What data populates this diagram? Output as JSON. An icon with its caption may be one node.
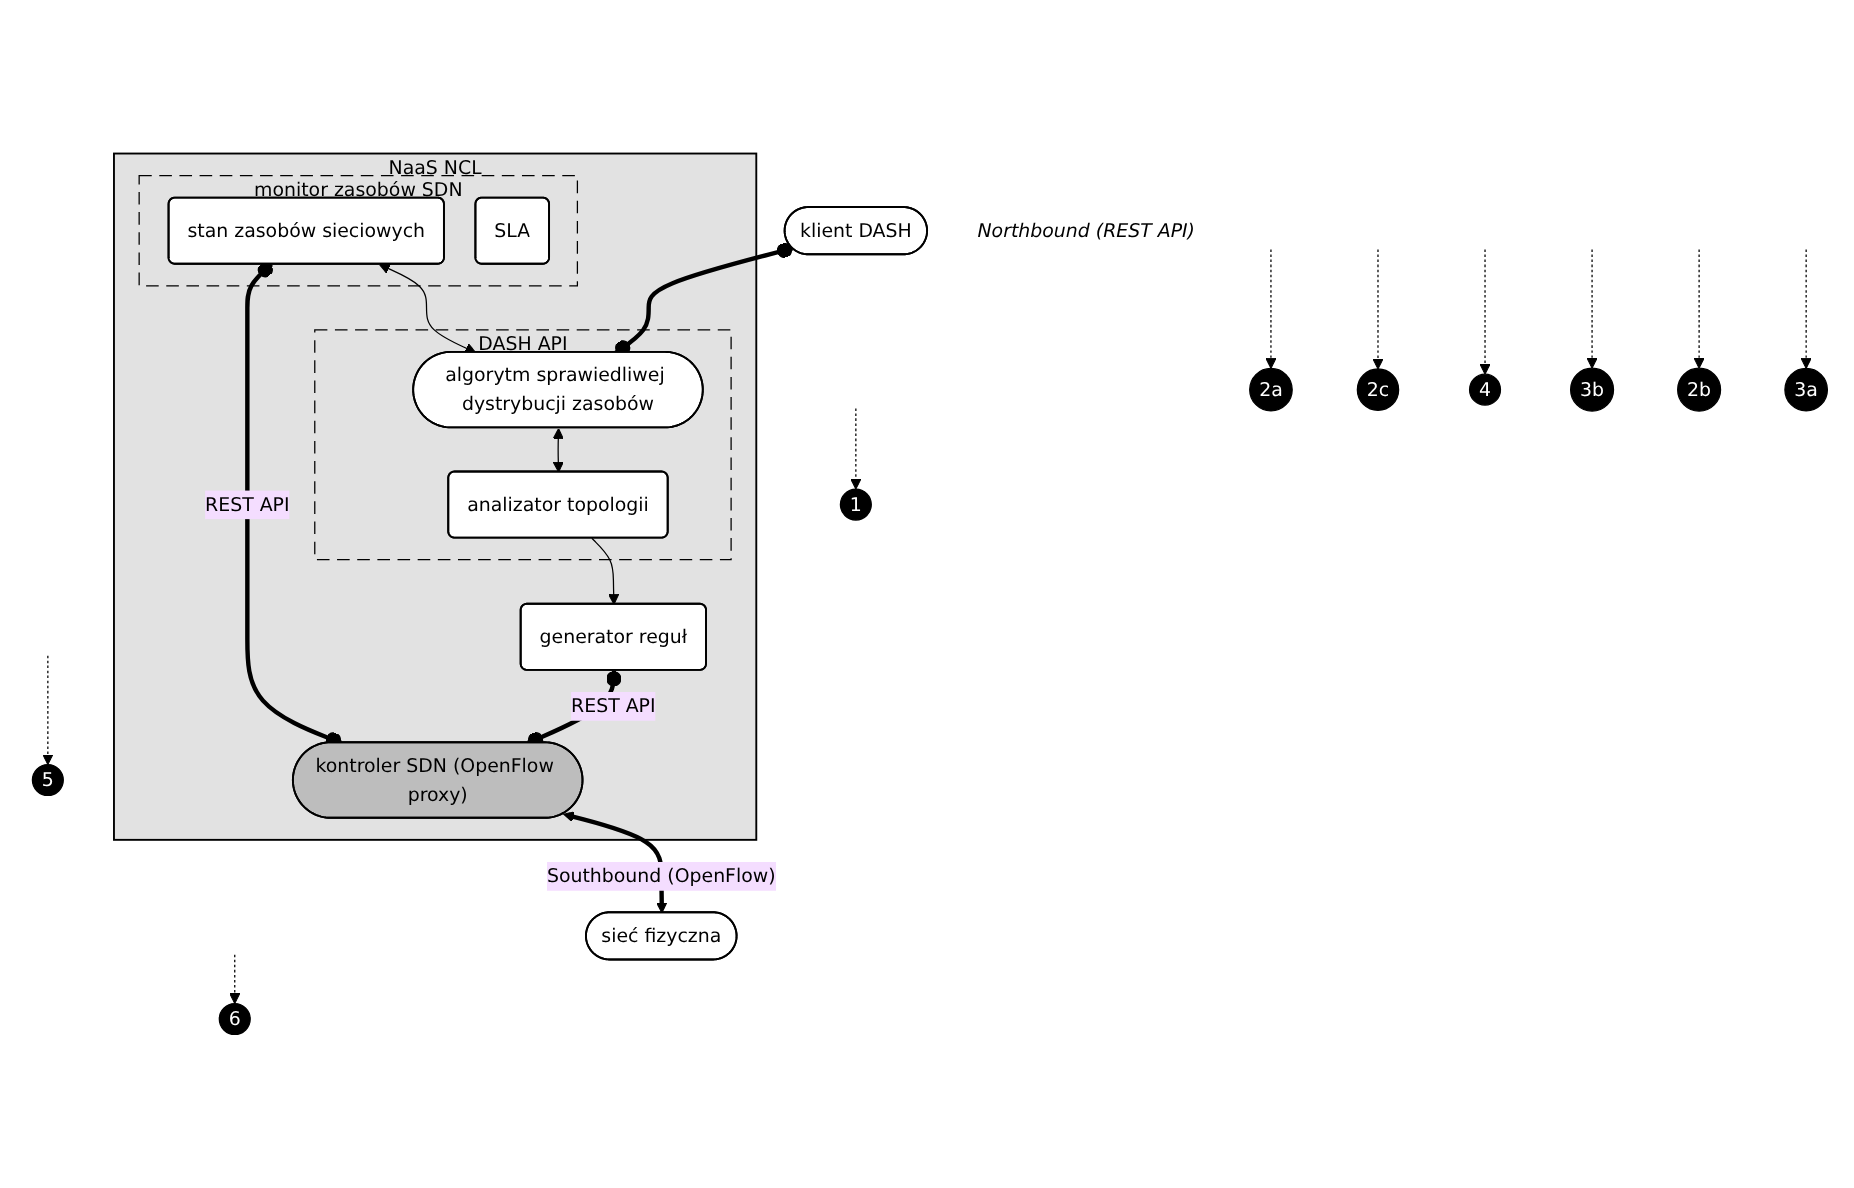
{
  "diagram": {
    "nodes": [
      {
        "text": [
          "klient DASH"
        ],
        "beside": [
          "Northbound (REST API)"
        ]
      },
      {
        "text": [
          "NaaS NCL"
        ]
      },
      {
        "text": [
          "monitor zasobów SDN"
        ],
        "in": 1
      },
      {
        "text": [
          "stan zasobów sieciowych"
        ],
        "in": 2
      },
      {
        "text": [
          "SLA"
        ],
        "in": 2
      },
      {
        "text": [
          "DASH API"
        ],
        "in": 1
      },
      {
        "text": [
          "algorytm sprawiedliwej dystrybucji zasobów"
        ],
        "in": 5
      },
      {
        "text": [
          "analizator topologii"
        ],
        "in": 5
      },
      {
        "text": [
          "generator reguł"
        ],
        "in": 1
      },
      {
        "text": [
          "kontroler SDN (OpenFlow proxy)"
        ],
        "in": 1
      },
      {
        "text": [
          "sieć fizyczna"
        ]
      },
      {
        "text": [
          "2a"
        ]
      },
      {
        "text": [
          "2c"
        ]
      },
      {
        "text": [
          "4"
        ]
      },
      {
        "text": [
          "3b"
        ]
      },
      {
        "text": [
          "2b"
        ]
      },
      {
        "text": [
          "3a"
        ]
      },
      {
        "text": [
          "1"
        ]
      },
      {
        "text": [
          "5"
        ]
      },
      {
        "text": [
          "6"
        ]
      }
    ],
    "edges": [
      {
        "from": 0,
        "to": 6,
        "arrow": "other",
        "style": "thick"
      },
      {
        "from": 3,
        "to": 6,
        "arrow": "both"
      },
      {
        "from": 6,
        "to": 7,
        "arrow": "both"
      },
      {
        "from": 7,
        "to": 8,
        "arrow": "to"
      },
      {
        "from": 3,
        "to": 9,
        "arrow": "other",
        "style": "thick",
        "label": "REST API"
      },
      {
        "from": 8,
        "to": 9,
        "arrow": "other",
        "style": "thick",
        "label": "REST API"
      },
      {
        "from": 9,
        "to": 10,
        "arrow": "both",
        "style": "thick",
        "label": "Southbound (OpenFlow)"
      },
      {
        "from": null,
        "to": 11,
        "arrow": "to",
        "style": "dashed"
      },
      {
        "from": null,
        "to": 12,
        "arrow": "to",
        "style": "dashed"
      },
      {
        "from": null,
        "to": 13,
        "arrow": "to",
        "style": "dashed"
      },
      {
        "from": null,
        "to": 14,
        "arrow": "to",
        "style": "dashed"
      },
      {
        "from": null,
        "to": 15,
        "arrow": "to",
        "style": "dashed"
      },
      {
        "from": null,
        "to": 16,
        "arrow": "to",
        "style": "dashed"
      },
      {
        "from": null,
        "to": 17,
        "arrow": "to",
        "style": "dashed"
      },
      {
        "from": null,
        "to": 18,
        "arrow": "to",
        "style": "dashed"
      },
      {
        "from": null,
        "to": 19,
        "arrow": "to",
        "style": "dashed"
      }
    ]
  }
}
